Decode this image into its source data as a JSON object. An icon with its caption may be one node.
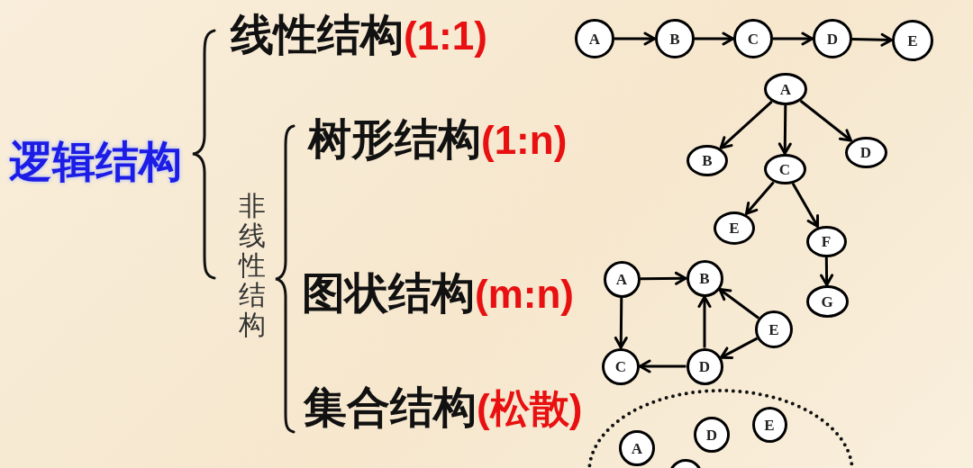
{
  "diagram": {
    "nodes": [
      {
        "text": [
          "A"
        ]
      },
      {
        "text": [
          "B"
        ]
      },
      {
        "text": [
          "C"
        ]
      },
      {
        "text": [
          "D"
        ]
      },
      {
        "text": [
          "E"
        ]
      },
      {
        "text": [
          "A"
        ]
      },
      {
        "text": [
          "B"
        ]
      },
      {
        "text": [
          "C"
        ]
      },
      {
        "text": [
          "D"
        ]
      },
      {
        "text": [
          "E"
        ]
      },
      {
        "text": [
          "F"
        ]
      },
      {
        "text": [
          "G"
        ]
      },
      {
        "text": [
          "A"
        ]
      },
      {
        "text": [
          "B"
        ]
      },
      {
        "text": [
          "E"
        ]
      },
      {
        "text": [
          "C"
        ]
      },
      {
        "text": [
          "D"
        ]
      },
      {
        "text": [],
        "shape": "ellipse"
      },
      {
        "text": [
          "A"
        ],
        "in": 17
      },
      {
        "text": [
          "D"
        ],
        "in": 17
      },
      {
        "text": [
          "E"
        ],
        "in": 17
      },
      {
        "text": [],
        "shape": "circle",
        "in": 17
      }
    ],
    "edges": [
      {
        "from": 0,
        "to": 1,
        "arrow": "to"
      },
      {
        "from": 1,
        "to": 2,
        "arrow": "to"
      },
      {
        "from": 2,
        "to": 3,
        "arrow": "to"
      },
      {
        "from": 3,
        "to": 4,
        "arrow": "to"
      },
      {
        "from": 5,
        "to": 6,
        "arrow": "to"
      },
      {
        "from": 5,
        "to": 7,
        "arrow": "to"
      },
      {
        "from": 5,
        "to": 8,
        "arrow": "to"
      },
      {
        "from": 7,
        "to": 9,
        "arrow": "to"
      },
      {
        "from": 7,
        "to": 10,
        "arrow": "to"
      },
      {
        "from": 10,
        "to": 11,
        "arrow": "to"
      },
      {
        "from": 12,
        "to": 13,
        "arrow": "to"
      },
      {
        "from": 12,
        "to": 15,
        "arrow": "to"
      },
      {
        "from": 16,
        "to": 13,
        "arrow": "to"
      },
      {
        "from": 14,
        "to": 13,
        "arrow": "to"
      },
      {
        "from": 14,
        "to": 16,
        "arrow": "to"
      },
      {
        "from": 16,
        "to": 15,
        "arrow": "to"
      }
    ],
    "labels": [
      "逻辑结构",
      "线性结构",
      "(1:1)",
      "非线性结构",
      "树形结构",
      "(1:n)",
      "图状结构",
      "(m:n)",
      "集合结构",
      "(松散)"
    ]
  }
}
